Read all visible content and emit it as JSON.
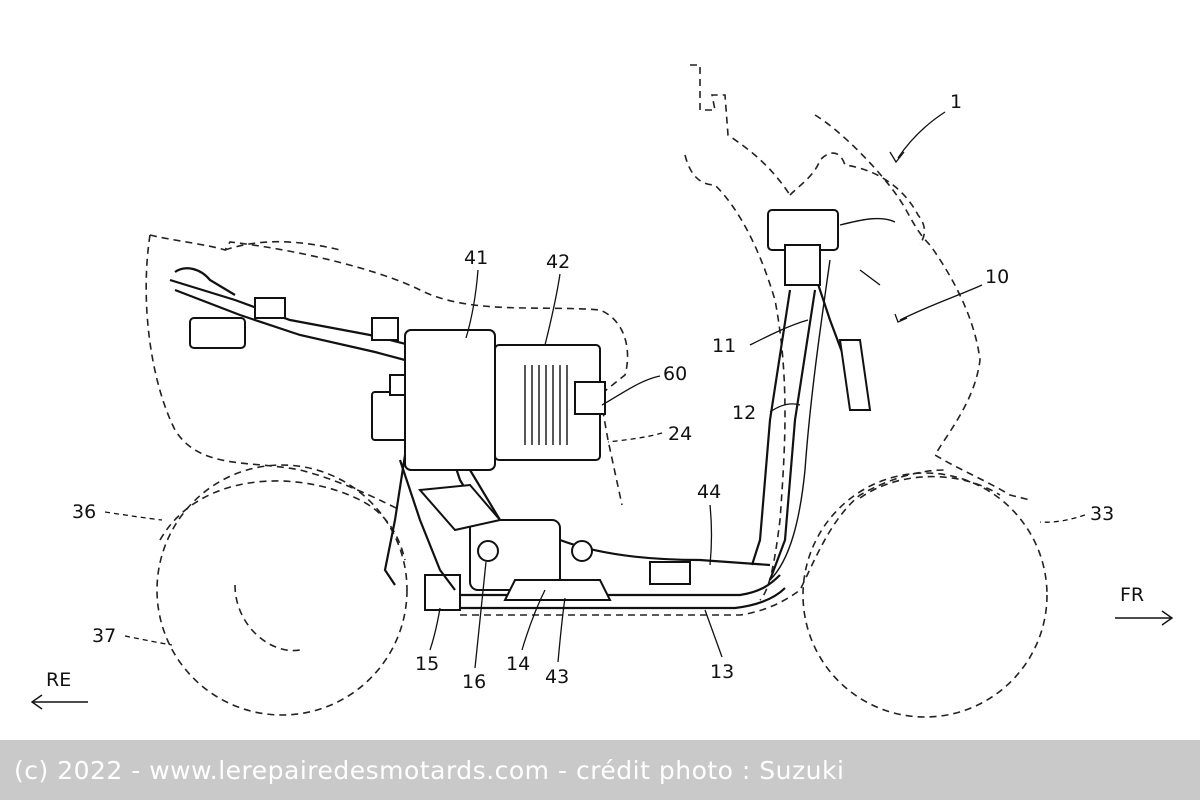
{
  "labels": {
    "l1": "1",
    "l10": "10",
    "l11": "11",
    "l12": "12",
    "l13": "13",
    "l14": "14",
    "l15": "15",
    "l16": "16",
    "l24": "24",
    "l33": "33",
    "l36": "36",
    "l37": "37",
    "l41": "41",
    "l42": "42",
    "l43": "43",
    "l44": "44",
    "l60": "60",
    "fr": "FR",
    "re": "RE"
  },
  "caption": "(c) 2022 - www.lerepairedesmotards.com - crédit photo : Suzuki"
}
